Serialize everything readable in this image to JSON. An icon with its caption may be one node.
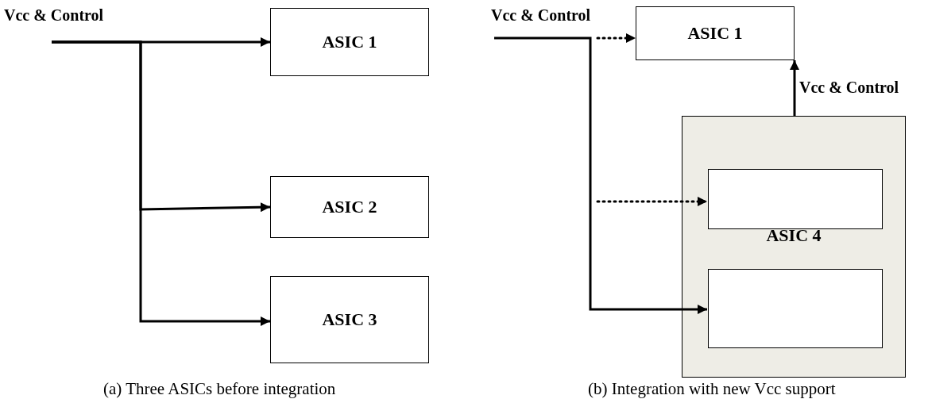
{
  "diagram": {
    "nodes": [
      {
        "text": [
          "ASIC 1"
        ]
      },
      {
        "text": [
          "ASIC 2"
        ]
      },
      {
        "text": [
          "ASIC 3"
        ]
      },
      {
        "text": [
          "ASIC 1"
        ]
      },
      {
        "text": [
          "ASIC 4"
        ]
      },
      {
        "text": [],
        "shape": "box",
        "in": 4
      },
      {
        "text": [],
        "shape": "box",
        "in": 4
      }
    ],
    "edges": [
      {
        "from": null,
        "to": 0,
        "arrow": "to"
      },
      {
        "from": null,
        "to": 1,
        "arrow": "to"
      },
      {
        "from": null,
        "to": 2,
        "arrow": "to"
      },
      {
        "from": null,
        "to": 3,
        "arrow": "to",
        "style": "dashed"
      },
      {
        "from": null,
        "to": 5,
        "arrow": "to",
        "style": "dashed"
      },
      {
        "from": 4,
        "to": 3,
        "arrow": "to",
        "label": "Vcc & Control"
      },
      {
        "from": null,
        "to": 6,
        "arrow": "to"
      }
    ],
    "labels": [
      "Vcc & Control",
      "Vcc & Control",
      "(a) Three ASICs before integration",
      "(b) Integration with new Vcc support"
    ]
  }
}
